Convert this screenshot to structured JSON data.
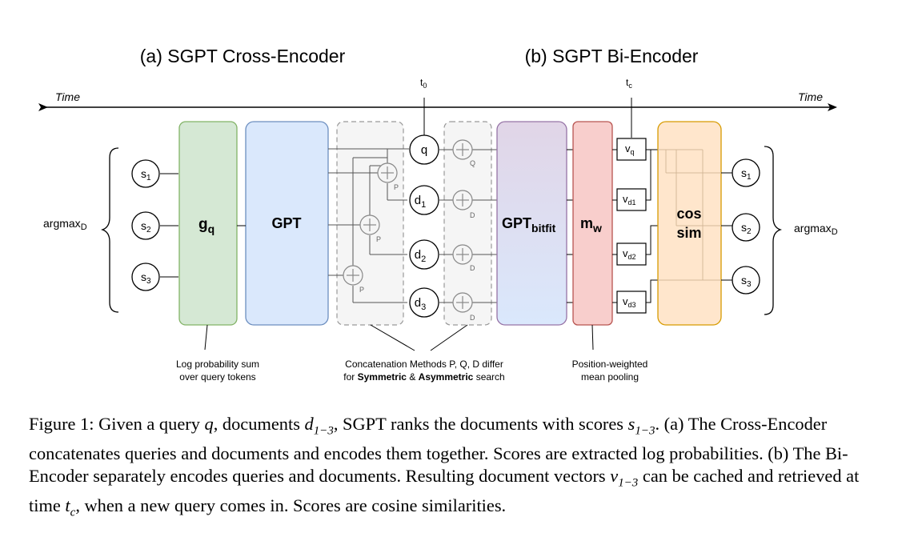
{
  "titles": {
    "cross": "(a) SGPT Cross-Encoder",
    "bi": "(b) SGPT Bi-Encoder"
  },
  "time": {
    "left": "Time",
    "right": "Time"
  },
  "markers": {
    "t0_base": "t",
    "t0_sub": "0",
    "tc_base": "t",
    "tc_sub": "c"
  },
  "scores": {
    "left": [
      {
        "base": "s",
        "sub": "1"
      },
      {
        "base": "s",
        "sub": "2"
      },
      {
        "base": "s",
        "sub": "3"
      }
    ],
    "right": [
      {
        "base": "s",
        "sub": "1"
      },
      {
        "base": "s",
        "sub": "2"
      },
      {
        "base": "s",
        "sub": "3"
      }
    ]
  },
  "argmax": {
    "base": "argmax",
    "sub": "D"
  },
  "blocks": {
    "gq": {
      "base": "g",
      "sub": "q"
    },
    "gpt": "GPT",
    "gpt_bitfit": {
      "base": "GPT",
      "sub": "bitfit"
    },
    "mw": {
      "base": "m",
      "sub": "w"
    },
    "cos_line1": "cos",
    "cos_line2": "sim"
  },
  "nodes": [
    {
      "base": "q",
      "sub": ""
    },
    {
      "base": "d",
      "sub": "1"
    },
    {
      "base": "d",
      "sub": "2"
    },
    {
      "base": "d",
      "sub": "3"
    }
  ],
  "plus_labels_left": [
    "P",
    "P",
    "P"
  ],
  "plus_labels_right": [
    "Q",
    "D",
    "D",
    "D"
  ],
  "vectors": [
    {
      "base": "v",
      "sub": "q"
    },
    {
      "base": "v",
      "sub": "d1"
    },
    {
      "base": "v",
      "sub": "d2"
    },
    {
      "base": "v",
      "sub": "d3"
    }
  ],
  "annotations": {
    "log_line1": "Log probability sum",
    "log_line2": "over query tokens",
    "concat_line1": "Concatenation Methods P, Q, D differ",
    "concat_line2_pre": "for ",
    "concat_line2_b1": "Symmetric",
    "concat_line2_mid": " & ",
    "concat_line2_b2": "Asymmetric",
    "concat_line2_post": " search",
    "pos_line1": "Position-weighted",
    "pos_line2": "mean pooling"
  },
  "caption": {
    "t1": "Figure 1: Given a query ",
    "q": "q",
    "t2": ", documents ",
    "d": "d",
    "dsub": "1−3",
    "t3": ", SGPT ranks the documents with scores ",
    "s": "s",
    "ssub": "1−3",
    "t4": ". (a) The Cross-Encoder concatenates queries and documents and encodes them together. Scores are extracted log probabilities. (b) The Bi-Encoder separately encodes queries and documents. Resulting document vectors ",
    "v": "v",
    "vsub": "1−3",
    "t5": " can be cached and retrieved at time ",
    "t": "t",
    "tsub": "c",
    "t6": ", when a new query comes in. Scores are cosine similarities."
  },
  "colors": {
    "gq_fill": "#d5e8d4",
    "gq_stroke": "#82b366",
    "gpt_fill": "#dae8fc",
    "gpt_stroke": "#6c8ebf",
    "bitfit_fill_top": "#e1d5e7",
    "bitfit_fill_bottom": "#dae8fc",
    "bitfit_stroke": "#9673a6",
    "mw_fill": "#f8cecc",
    "mw_stroke": "#b85450",
    "cos_fill": "#ffe6cc",
    "cos_stroke": "#d79b00",
    "dashed_fill": "#f5f5f5",
    "dashed_stroke": "#999999"
  }
}
